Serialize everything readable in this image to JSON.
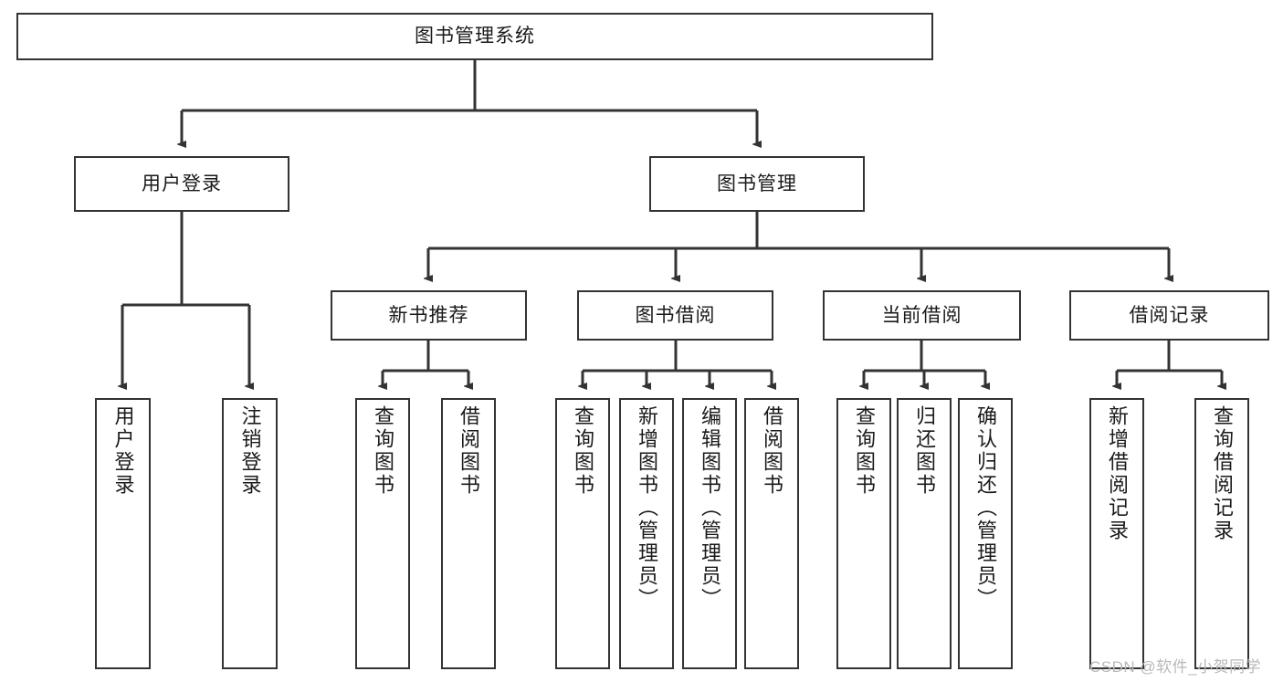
{
  "diagram": {
    "title": "图书管理系统",
    "type": "hierarchy-tree",
    "root": {
      "label": "图书管理系统"
    },
    "level2": [
      {
        "label": "用户登录"
      },
      {
        "label": "图书管理"
      }
    ],
    "level3": [
      {
        "label": "新书推荐"
      },
      {
        "label": "图书借阅"
      },
      {
        "label": "当前借阅"
      },
      {
        "label": "借阅记录"
      }
    ],
    "leaves": {
      "user_login": [
        {
          "label": "用户登录"
        },
        {
          "label": "注销登录"
        }
      ],
      "new_book_recommend": [
        {
          "label": "查询图书"
        },
        {
          "label": "借阅图书"
        }
      ],
      "book_borrow": [
        {
          "label": "查询图书"
        },
        {
          "label": "新增图书（管理员）"
        },
        {
          "label": "编辑图书（管理员）"
        },
        {
          "label": "借阅图书"
        }
      ],
      "current_borrow": [
        {
          "label": "查询图书"
        },
        {
          "label": "归还图书"
        },
        {
          "label": "确认归还（管理员）"
        }
      ],
      "borrow_record": [
        {
          "label": "新增借阅记录"
        },
        {
          "label": "查询借阅记录"
        }
      ]
    }
  },
  "watermark": {
    "text": "CSDN @软件_小贺同学"
  },
  "colors": {
    "stroke": "#333333",
    "background": "#ffffff",
    "text": "#1a1a1a",
    "watermark": "#b9b9b9"
  }
}
